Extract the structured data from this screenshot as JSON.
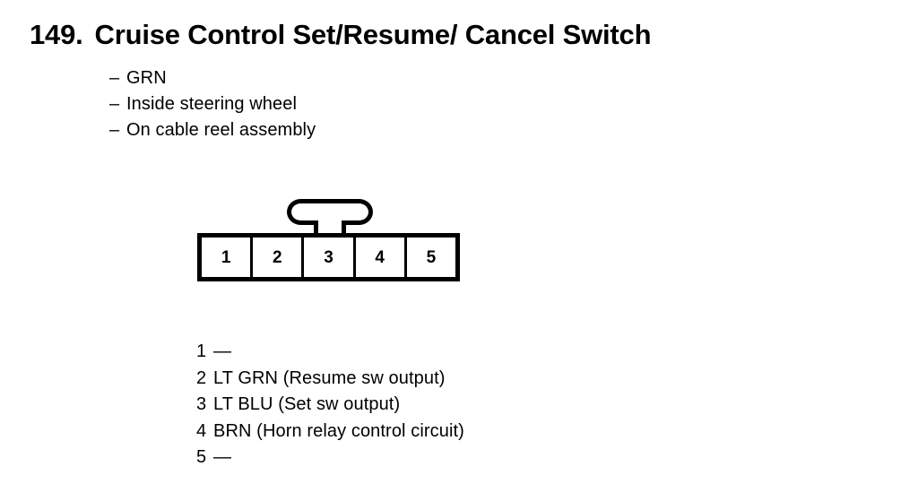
{
  "document": {
    "item_number": "149.",
    "title": "Cruise Control Set/Resume/ Cancel Switch"
  },
  "notes": {
    "dash": "–",
    "items": [
      "GRN",
      "Inside steering wheel",
      "On cable reel assembly"
    ]
  },
  "connector": {
    "cavity_count": 5,
    "latch_label": "locking-tab",
    "cavities": [
      {
        "number": "1"
      },
      {
        "number": "2"
      },
      {
        "number": "3"
      },
      {
        "number": "4"
      },
      {
        "number": "5"
      }
    ]
  },
  "pin_list": [
    {
      "number": "1",
      "description": "—"
    },
    {
      "number": "2",
      "description": "LT GRN (Resume sw output)"
    },
    {
      "number": "3",
      "description": "LT BLU (Set sw output)"
    },
    {
      "number": "4",
      "description": "BRN (Horn relay control circuit)"
    },
    {
      "number": "5",
      "description": "—"
    }
  ],
  "colors": {
    "ink": "#000000",
    "paper": "#ffffff"
  }
}
